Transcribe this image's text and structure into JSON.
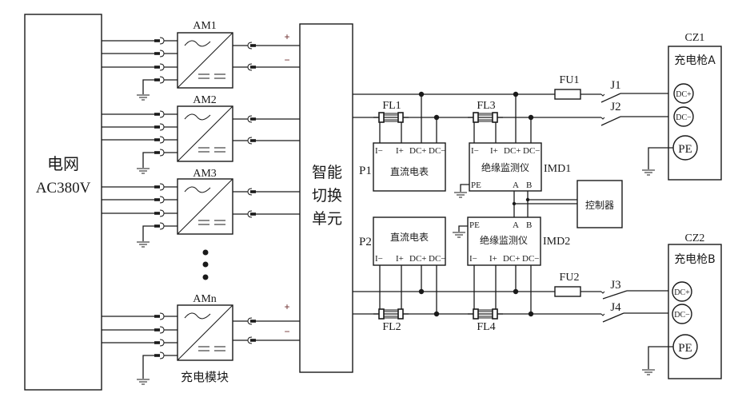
{
  "grid": {
    "label_cn": "电网",
    "label_voltage": "AC380V"
  },
  "modules": {
    "caption": "充电模块",
    "items": [
      {
        "label": "AM1"
      },
      {
        "label": "AM2"
      },
      {
        "label": "AM3"
      },
      {
        "label": "AMn"
      }
    ],
    "polarity_plus": "+",
    "polarity_minus": "−"
  },
  "switch_unit": {
    "lines": [
      "智能",
      "切换",
      "单元"
    ]
  },
  "meters": [
    {
      "id": "P1",
      "name": "直流电表",
      "terminals": [
        "I−",
        "I+",
        "DC+",
        "DC−"
      ]
    },
    {
      "id": "P2",
      "name": "直流电表",
      "terminals": [
        "I−",
        "I+",
        "DC+",
        "DC−"
      ]
    }
  ],
  "imds": [
    {
      "id": "IMD1",
      "name": "绝缘监测仪",
      "terminals": [
        "I−",
        "I+",
        "DC+",
        "DC−"
      ],
      "pe": "PE",
      "a": "A",
      "b": "B"
    },
    {
      "id": "IMD2",
      "name": "绝缘监测仪",
      "terminals": [
        "I−",
        "I+",
        "DC+",
        "DC−"
      ],
      "pe": "PE",
      "a": "A",
      "b": "B"
    }
  ],
  "shunts": [
    "FL1",
    "FL2",
    "FL3",
    "FL4"
  ],
  "fuses": [
    "FU1",
    "FU2"
  ],
  "contactors": [
    "J1",
    "J2",
    "J3",
    "J4"
  ],
  "controller": {
    "name": "控制器"
  },
  "connectors": [
    {
      "id": "CZ1",
      "name": "充电枪A",
      "pins": [
        "DC+",
        "DC−",
        "PE"
      ]
    },
    {
      "id": "CZ2",
      "name": "充电枪B",
      "pins": [
        "DC+",
        "DC−",
        "PE"
      ]
    }
  ]
}
